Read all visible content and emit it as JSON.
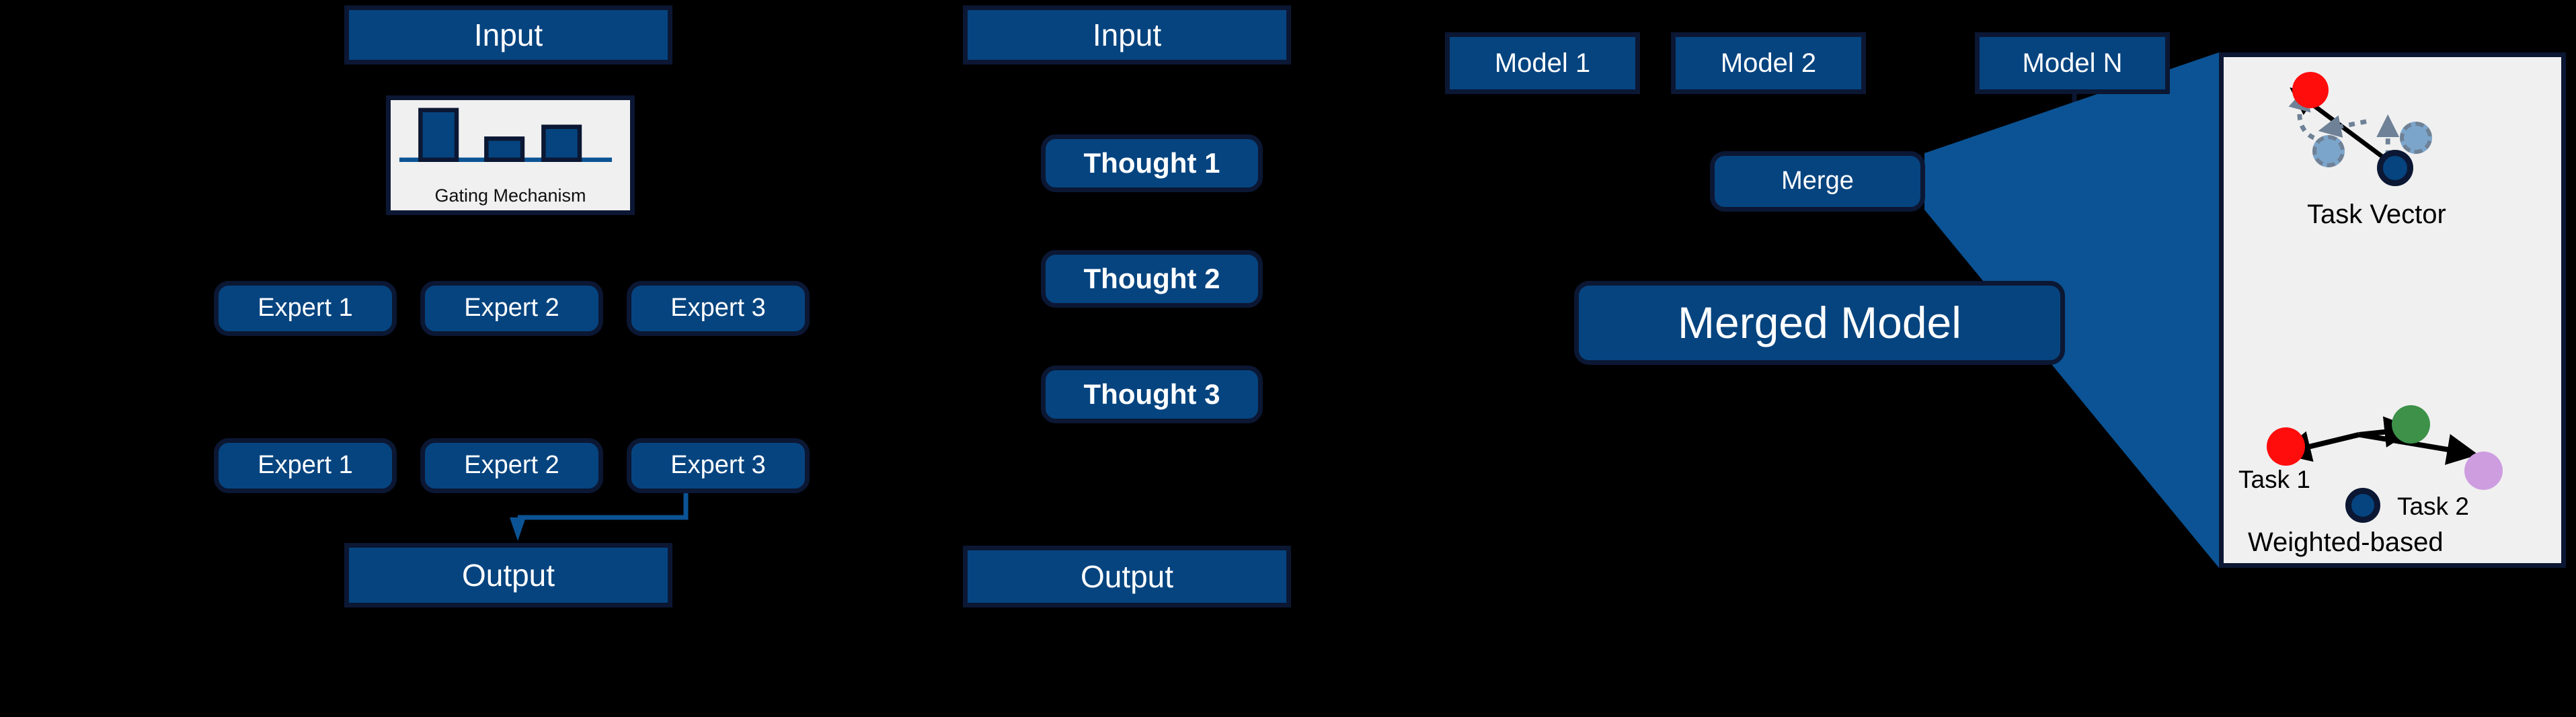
{
  "colors": {
    "background": "#000000",
    "node_fill": "#06447F",
    "node_stroke": "#0B1733",
    "node_text": "#FFFFFF",
    "card_fill": "#F0F0F0",
    "connector": "#0B5394",
    "dot_red": "#FF0C0C",
    "dot_green": "#3D9149",
    "dot_purple": "#CE9DE0",
    "dot_navy": "#06447F",
    "dot_steel": "#7CA5CB",
    "dashed_gray": "#6E8196"
  },
  "moe_column": {
    "input": "Input",
    "gating": {
      "label": "Gating Mechanism",
      "bars": [
        0.92,
        0.38,
        0.62
      ]
    },
    "experts_row1": [
      "Expert 1",
      "Expert 2",
      "Expert 3"
    ],
    "experts_row2": [
      "Expert 1",
      "Expert 2",
      "Expert 3"
    ],
    "output": "Output"
  },
  "cot_column": {
    "input": "Input",
    "thoughts": [
      "Thought 1",
      "Thought 2",
      "Thought 3"
    ],
    "output": "Output"
  },
  "merge_column": {
    "models": [
      "Model 1",
      "Model 2",
      "Model N"
    ],
    "merge": "Merge",
    "merged_model": "Merged Model"
  },
  "detail_panel": {
    "task_vector": {
      "caption": "Task Vector"
    },
    "weighted": {
      "caption": "Weighted-based",
      "task1_label": "Task 1",
      "task2_label": "Task 2"
    }
  }
}
